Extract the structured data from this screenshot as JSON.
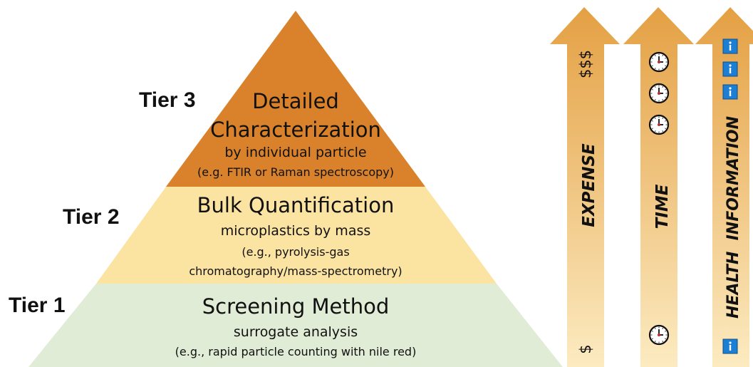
{
  "colors": {
    "tier3": "#D9822B",
    "tier2": "#FBE3A2",
    "tier1": "#E1ECD6",
    "arrow_top": "#E4A043",
    "arrow_bottom": "#FCEBC1",
    "info_icon": "#1C7FD4"
  },
  "pyramid": {
    "tier3": {
      "label": "Tier 3",
      "title_line1": "Detailed",
      "title_line2": "Characterization",
      "subtitle": "by individual particle",
      "example": "(e.g. FTIR or Raman spectroscopy)"
    },
    "tier2": {
      "label": "Tier 2",
      "title": "Bulk Quantification",
      "subtitle": "microplastics by mass",
      "example_line1": "(e.g., pyrolysis-gas",
      "example_line2": "chromatography/mass-spectrometry)"
    },
    "tier1": {
      "label": "Tier 1",
      "title": "Screening Method",
      "subtitle": "surrogate analysis",
      "example": "(e.g., rapid particle counting with nile red)"
    }
  },
  "arrows": {
    "expense": {
      "label": "EXPENSE",
      "top_symbol": "$$$",
      "bottom_symbol": "$",
      "icon": "dollar-sign"
    },
    "time": {
      "label": "TIME",
      "top_icon_count": 3,
      "bottom_icon_count": 1,
      "icon": "clock-icon"
    },
    "health": {
      "label": "HEALTH  INFORMATION",
      "top_icon_count": 3,
      "bottom_icon_count": 1,
      "icon": "info-icon"
    }
  }
}
